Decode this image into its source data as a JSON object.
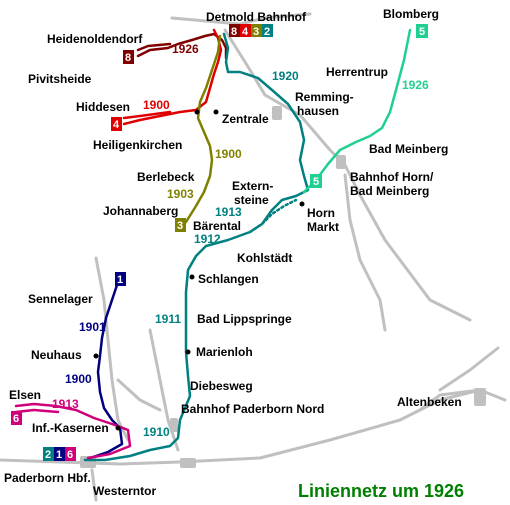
{
  "title": "Liniennetz um 1926",
  "colors": {
    "rail": "#c0c0c0",
    "line1": "#000080",
    "line2": "#008080",
    "line3": "#808000",
    "line4": "#e00000",
    "line5": "#20d090",
    "line6": "#d0007a",
    "line8": "#800000",
    "title": "#008000",
    "stop": "#000000"
  },
  "places": {
    "detmold_bhf": "Detmold Bahnhof",
    "heidenoldendorf": "Heidenoldendorf",
    "pivitsheide": "Pivitsheide",
    "hiddesen": "Hiddesen",
    "zentrale": "Zentrale",
    "heiligenkirchen": "Heiligenkirchen",
    "berlebeck": "Berlebeck",
    "johannaberg": "Johannaberg",
    "baerental": "Bärental",
    "externsteine_1": "Extern-",
    "externsteine_2": "steine",
    "horn_1": "Horn",
    "horn_2": "Markt",
    "remmingh_1": "Remming-",
    "remmingh_2": "hausen",
    "blomberg": "Blomberg",
    "herrentrup": "Herrentrup",
    "bad_meinberg": "Bad Meinberg",
    "bhf_horn_1": "Bahnhof Horn/",
    "bhf_horn_2": "Bad Meinberg",
    "kohlstaedt": "Kohlstädt",
    "schlangen": "Schlangen",
    "bad_lippspringe": "Bad Lippspringe",
    "marienloh": "Marienloh",
    "diebesweg": "Diebesweg",
    "bhf_pb_nord": "Bahnhof Paderborn Nord",
    "sennelager": "Sennelager",
    "neuhaus": "Neuhaus",
    "elsen": "Elsen",
    "inf_kasernen": "Inf.-Kasernen",
    "paderborn_hbf": "Paderborn Hbf.",
    "westerntor": "Westerntor",
    "altenbeken": "Altenbeken"
  },
  "years": {
    "y1926_8": "1926",
    "y1900_4": "1900",
    "y1920_2": "1920",
    "y1926_5": "1926",
    "y1900_3": "1900",
    "y1903_3": "1903",
    "y1913_2": "1913",
    "y1912_2": "1912",
    "y1911_2": "1911",
    "y1910_2": "1910",
    "y1901_1": "1901",
    "y1900_1": "1900",
    "y1913_6": "1913"
  },
  "badges": {
    "b8_top": "8",
    "b4_top": "4",
    "b3_top": "3",
    "b2_top": "2",
    "b8": "8",
    "b4": "4",
    "b3": "3",
    "b5_top": "5",
    "b5": "5",
    "b1": "1",
    "b6": "6",
    "b2_bot": "2",
    "b1_bot": "1",
    "b6_bot": "6"
  }
}
